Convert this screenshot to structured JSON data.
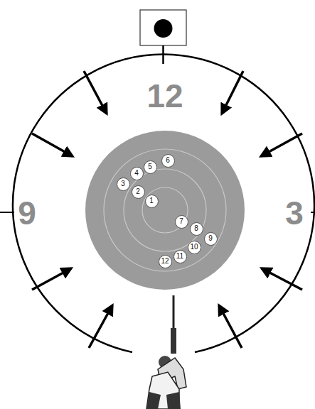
{
  "diagram": {
    "nodes": [
      {
        "text": [
          "1"
        ]
      },
      {
        "text": [
          "2"
        ]
      },
      {
        "text": [
          "3"
        ]
      },
      {
        "text": [
          "4"
        ]
      },
      {
        "text": [
          "5"
        ]
      },
      {
        "text": [
          "6"
        ]
      },
      {
        "text": [
          "7"
        ]
      },
      {
        "text": [
          "8"
        ]
      },
      {
        "text": [
          "9"
        ]
      },
      {
        "text": [
          "10"
        ]
      },
      {
        "text": [
          "11"
        ]
      },
      {
        "text": [
          "12"
        ]
      }
    ],
    "labels": [
      "12",
      "9",
      "3"
    ]
  }
}
